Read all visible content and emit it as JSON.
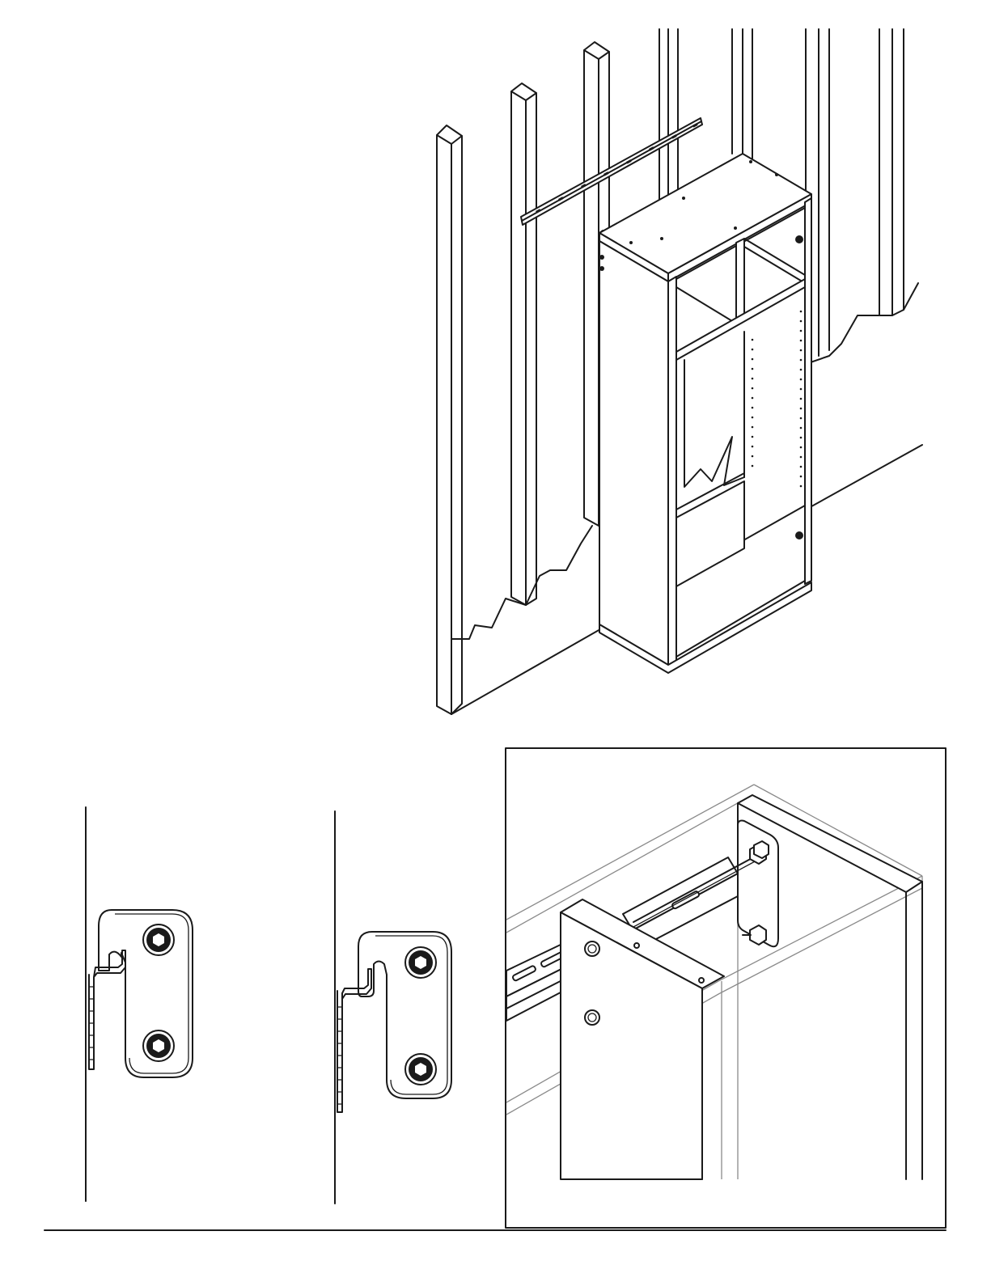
{
  "page": {
    "background": "#ffffff",
    "ink": "#1a1a1a",
    "ghost_line": "#8a8a8a"
  },
  "figures": [
    {
      "id": "installation-overview",
      "icon": "cabinet-on-rail-illustration"
    },
    {
      "id": "bracket-detail-left",
      "icon": "bracket-detail-icon"
    },
    {
      "id": "bracket-detail-right",
      "icon": "bracket-detail-icon"
    },
    {
      "id": "rail-closeup-inset",
      "icon": "rail-closeup-icon"
    }
  ]
}
